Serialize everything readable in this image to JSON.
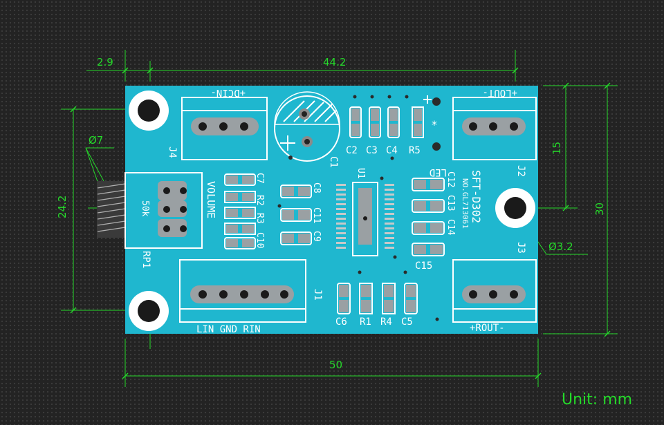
{
  "colors": {
    "board": "#1fb7cf",
    "silk": "#ffffff",
    "dimension": "#25d92a",
    "pad": "#9aa0a3",
    "background": "#232323"
  },
  "dimensions": {
    "offset": "2.9",
    "top_width": "44.2",
    "board_width": "50",
    "board_height": "30",
    "hole_spacing_v": "24.2",
    "right_spacing": "15",
    "pot_dia": "Ø7",
    "hole_dia": "Ø3.2",
    "unit": "Unit: mm"
  },
  "board": {
    "connectors": {
      "j4": "J4",
      "dcin": "+DCIN-",
      "j2": "J2",
      "lout": "+LOUT-",
      "j3": "J3",
      "rout": "+ROUT-",
      "j1": "J1",
      "lin_gnd_rin": "LIN GND RIN"
    },
    "caps_top": [
      "C2",
      "C3",
      "C4"
    ],
    "r5": "R5",
    "c1": "C1",
    "led": "LED",
    "u1": "U1",
    "rp1": "RP1",
    "pot_value": "50k",
    "volume": "VOLUME",
    "left_col": [
      "C7",
      "R2",
      "R3",
      "C10"
    ],
    "mid_col": [
      "C8",
      "C11",
      "C9"
    ],
    "right_col": [
      "C12",
      "C13",
      "C14"
    ],
    "c15": "C15",
    "model": "SFT-D302",
    "serial": "NO.GL713061",
    "bottom_parts": [
      "C6",
      "R1",
      "R4",
      "C5"
    ]
  }
}
